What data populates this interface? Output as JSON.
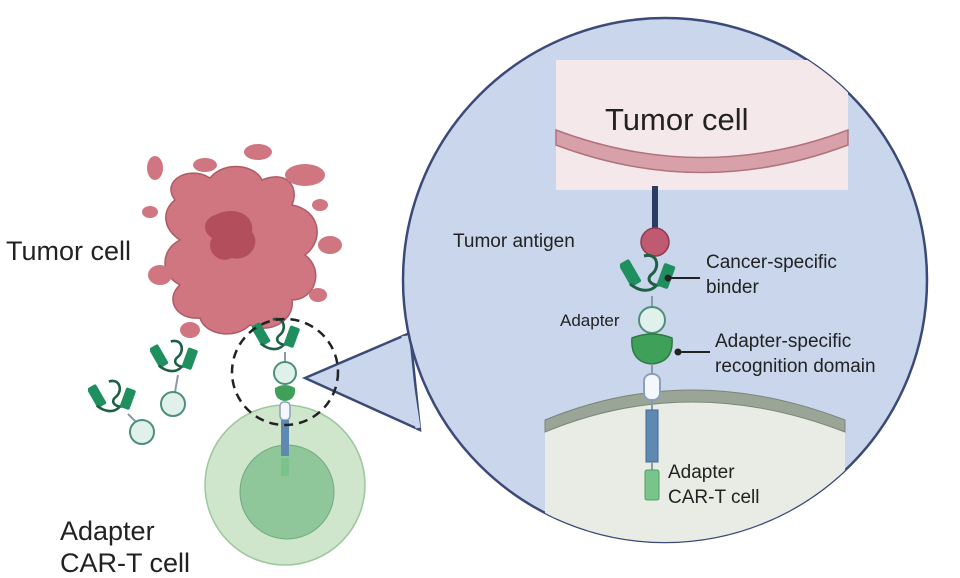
{
  "overview": {
    "tumor_label": "Tumor cell",
    "car_t_label_line1": "Adapter",
    "car_t_label_line2": "CAR-T cell"
  },
  "zoom": {
    "tumor_cell_label": "Tumor cell",
    "tumor_antigen_label": "Tumor antigen",
    "cancer_binder_line1": "Cancer-specific",
    "cancer_binder_line2": "binder",
    "adapter_label": "Adapter",
    "recognition_line1": "Adapter-specific",
    "recognition_line2": "recognition domain",
    "car_t_line1": "Adapter",
    "car_t_line2": "CAR-T cell"
  },
  "colors": {
    "zoom_bg": "#c9d6ec",
    "zoom_border": "#3b4a77",
    "tumor_fill": "#cf7681",
    "tumor_dark": "#b34f5c",
    "tumor_membrane": "#d8a0a8",
    "tumor_interior": "#f4e8ea",
    "antigen": "#c05a70",
    "binder": "#1f8f5f",
    "adapter": "#dff1ea",
    "recognition": "#3fa05a",
    "car_t_outer": "#cfe6cd",
    "car_t_nucleus": "#8fc69a",
    "receptor_blue": "#5f88b3",
    "cell_interior": "#e8ece5"
  },
  "icons": [
    "tumor-cell-icon",
    "antigen-icon",
    "binder-icon",
    "adapter-icon",
    "car-t-cell-icon",
    "receptor-icon"
  ]
}
